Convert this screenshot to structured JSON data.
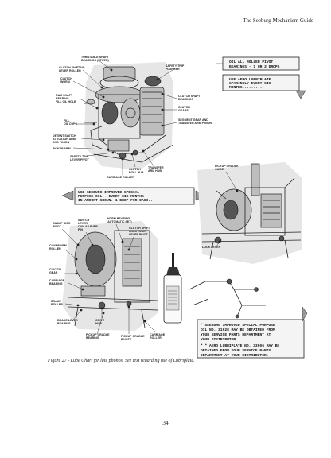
{
  "header": {
    "title": "The Seeburg Mechanism Guide"
  },
  "figure": {
    "notes": {
      "oil_all": [
        "OIL ALL ROLLER PIVOT",
        "BEARINGS - 1 OR 2 DROPS"
      ],
      "aero": [
        "USE AERO LUBRIPLATE",
        "SPARINGLY EVERY SIX",
        "MONTHS.........."
      ],
      "special": [
        "USE SEEBURG IMPROVED SPECIAL",
        "PURPOSE OIL - EVERY SIX MONTHS",
        "IN AMOUNT SHOWN. 1 DROP FOR EACH.."
      ],
      "bottom_1": [
        "* SEEBURG IMPROVED SPECIAL PURPOSE",
        "OIL NO. 31928 MAY BE OBTAINED FROM",
        "YOUR SERVICE PARTS DEPARTMENT AT",
        "YOUR DISTRIBUTOR."
      ],
      "bottom_2": [
        "* * AERO LUBRIPLATE NO. 33906 MAY BE",
        "OBTAINED FROM YOUR SERVICE PARTS",
        "DEPARTMENT AT YOUR DISTRIBUTOR."
      ]
    },
    "labels": {
      "tl": [
        "TURNTABLE SHAFT",
        "BEARINGS (UPPER)",
        "CLUTCH SHIFTING",
        "LEVER ROLLER",
        "CLUTCH",
        "WORM",
        "CAM SHAFT",
        "BEARING",
        "FILL OIL HOLE",
        "FILL",
        "OIL CUPS",
        "DETENT SWITCH",
        "ACTUATOR ARM",
        "AND PINION",
        "PICKUP ARM",
        "SAFETY TRIP",
        "LEVER PIVOT"
      ],
      "tr": [
        "SAFETY TRIP",
        "PLUNGER",
        "CLUTCH SHAFT",
        "BEARINGS",
        "CLUTCH",
        "GEARS",
        "SEGMENT GEAR AND",
        "TRANSFER ARM PINION"
      ],
      "tb": [
        "CLUTCH",
        "ROLL HUB",
        "TRANSFER",
        "ARM HUB",
        "CARRIAGE ROLLER"
      ],
      "rt": [
        "PICKUP CRADLE",
        "GUIDE",
        "LOCK LEVER"
      ],
      "bl": [
        "CLAMP DISC",
        "PIVOT",
        "SWITCH",
        "LEVER",
        "CAM & LEVER",
        "PIN",
        "WORM BEARING",
        "(AUTOMATIC SET)",
        "CLUTCH SHIFT-",
        "ING & RESET",
        "LEVER PIVOT",
        "CLAMP ARM",
        "ROLLER",
        "CLUTCH",
        "GEAR",
        "CARRIAGE",
        "BEARING",
        "BRAKE",
        "ROLLER",
        "BRAKE LEVER",
        "BEARING",
        "ORIVE",
        "HUB",
        "PICKUP CRADLE",
        "BEARING",
        "PICKUP CRADLE",
        "PIVOTS",
        "CARRIAGE",
        "ROLLER"
      ]
    }
  },
  "caption": "Figure 27 - Lube Chart for late phonos. See text regarding use of Lubriplate.",
  "page_number": "34"
}
